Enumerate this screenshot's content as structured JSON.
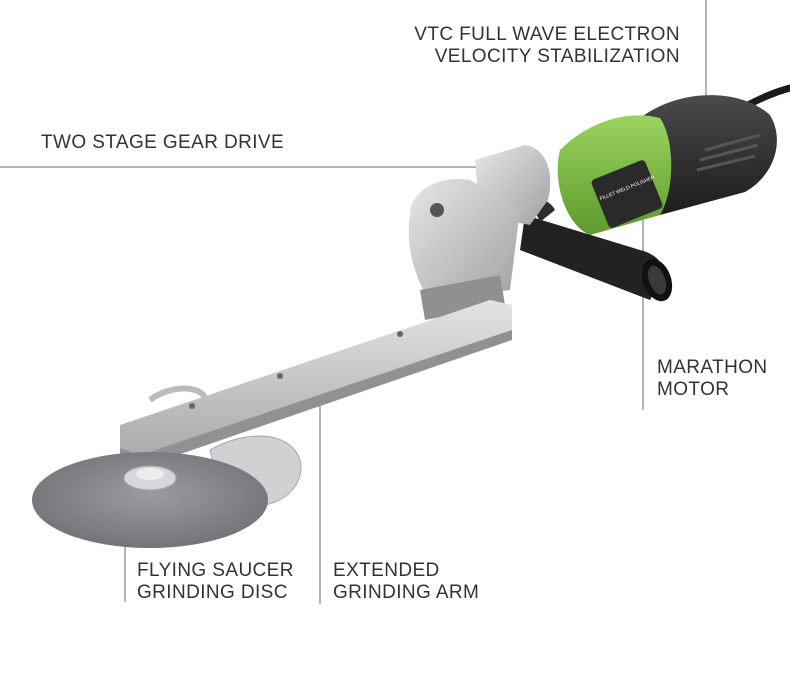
{
  "callouts": {
    "vtc": {
      "line1": "VTC FULL WAVE ELECTRON",
      "line2": "VELOCITY STABILIZATION"
    },
    "gear": {
      "line1": "TWO STAGE GEAR DRIVE"
    },
    "motor": {
      "line1": "MARATHON",
      "line2": "MOTOR"
    },
    "disc": {
      "line1": "FLYING SAUCER",
      "line2": "GRINDING DISC"
    },
    "arm": {
      "line1": "EXTENDED",
      "line2": "GRINDING ARM"
    }
  },
  "product": {
    "label_text": "FILLET WELD POLISHER"
  },
  "colors": {
    "body_green": "#7cc242",
    "motor_black": "#2b2b2b",
    "metal_silver": "#c9cbcd",
    "disc_gray": "#8a8c8f",
    "callout_line": "#555555"
  }
}
